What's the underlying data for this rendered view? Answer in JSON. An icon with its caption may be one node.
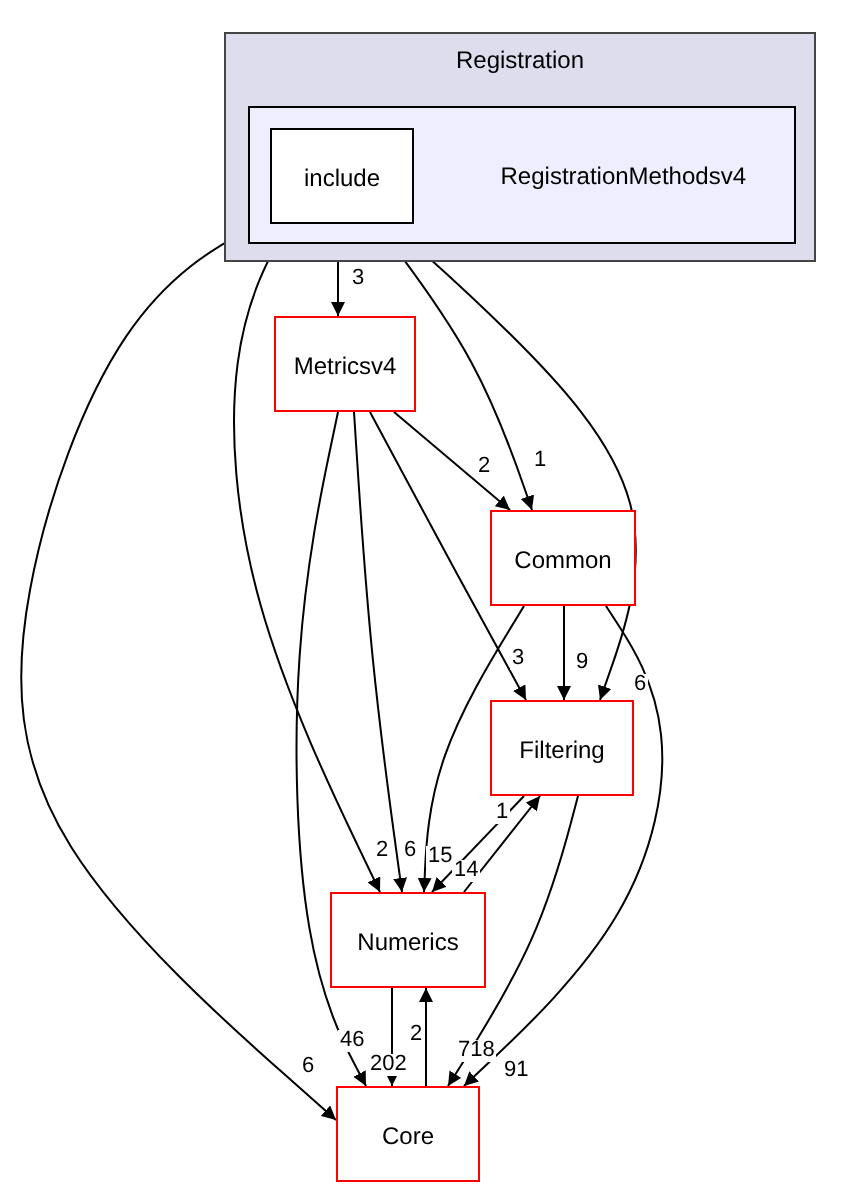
{
  "diagram": {
    "nodes": [
      {
        "text": [
          "Registration"
        ]
      },
      {
        "text": [
          "RegistrationMethodsv4"
        ],
        "in": 0
      },
      {
        "text": [
          "include"
        ],
        "in": 1
      },
      {
        "text": [
          "Metricsv4"
        ]
      },
      {
        "text": [
          "Common"
        ]
      },
      {
        "text": [
          "Filtering"
        ]
      },
      {
        "text": [
          "Numerics"
        ]
      },
      {
        "text": [
          "Core"
        ]
      }
    ],
    "edges": [
      {
        "from": 2,
        "to": 3,
        "label": "3",
        "arrow": "to"
      },
      {
        "from": 2,
        "to": 4,
        "label": "1",
        "arrow": "to"
      },
      {
        "from": 2,
        "to": 5,
        "label": "6",
        "arrow": "to"
      },
      {
        "from": 2,
        "to": 6,
        "label": "2",
        "arrow": "to"
      },
      {
        "from": 2,
        "to": 7,
        "label": "6",
        "arrow": "to"
      },
      {
        "from": 3,
        "to": 4,
        "label": "2",
        "arrow": "to"
      },
      {
        "from": 3,
        "to": 5,
        "label": "3",
        "arrow": "to"
      },
      {
        "from": 3,
        "to": 6,
        "label": "6",
        "arrow": "to"
      },
      {
        "from": 3,
        "to": 7,
        "label": "46",
        "arrow": "to"
      },
      {
        "from": 4,
        "to": 5,
        "label": "9",
        "arrow": "to"
      },
      {
        "from": 4,
        "to": 6,
        "label": "15",
        "arrow": "to"
      },
      {
        "from": 4,
        "to": 7,
        "label": "91",
        "arrow": "to"
      },
      {
        "from": 5,
        "to": 7,
        "label": "718",
        "arrow": "to"
      },
      {
        "from": 5,
        "to": 6,
        "label": "14",
        "arrow": "to"
      },
      {
        "from": 6,
        "to": 5,
        "label": "1",
        "arrow": "to"
      },
      {
        "from": 6,
        "to": 7,
        "label": "202",
        "arrow": "to"
      },
      {
        "from": 7,
        "to": 6,
        "label": "2",
        "arrow": "to"
      }
    ]
  }
}
